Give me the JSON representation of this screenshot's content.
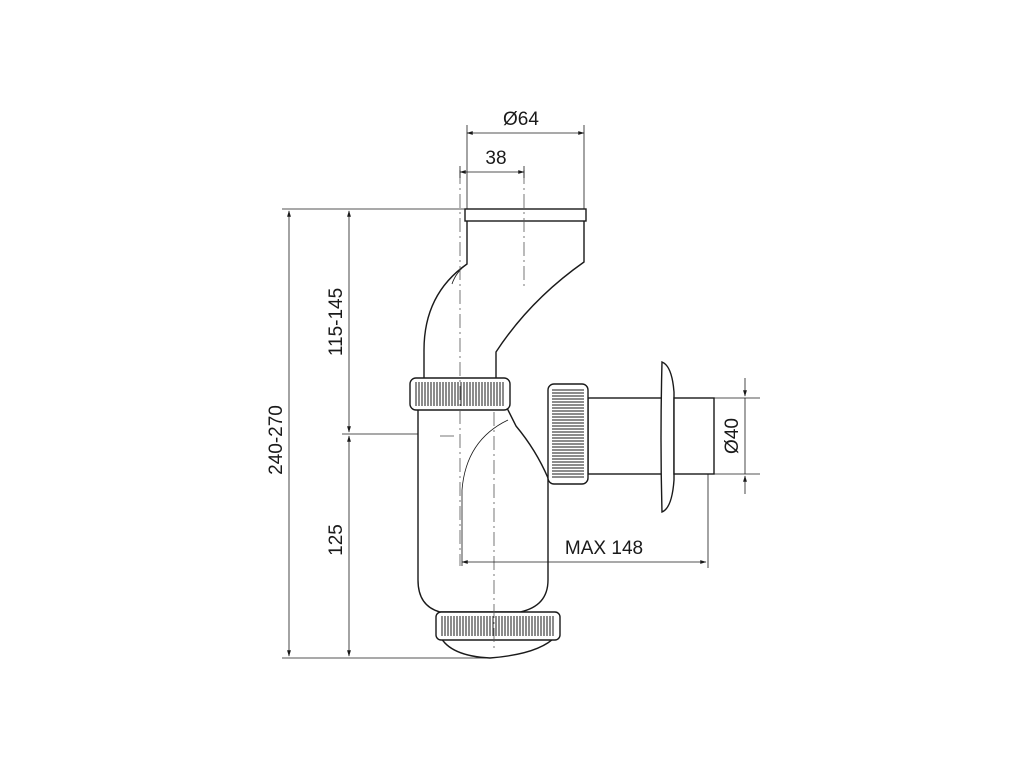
{
  "dimensions": {
    "top_outer_diameter": "Ø64",
    "inner_width": "38",
    "overall_height": "240-270",
    "upper_height": "115-145",
    "lower_height": "125",
    "outlet_diameter": "Ø40",
    "max_reach": "MAX 148"
  }
}
